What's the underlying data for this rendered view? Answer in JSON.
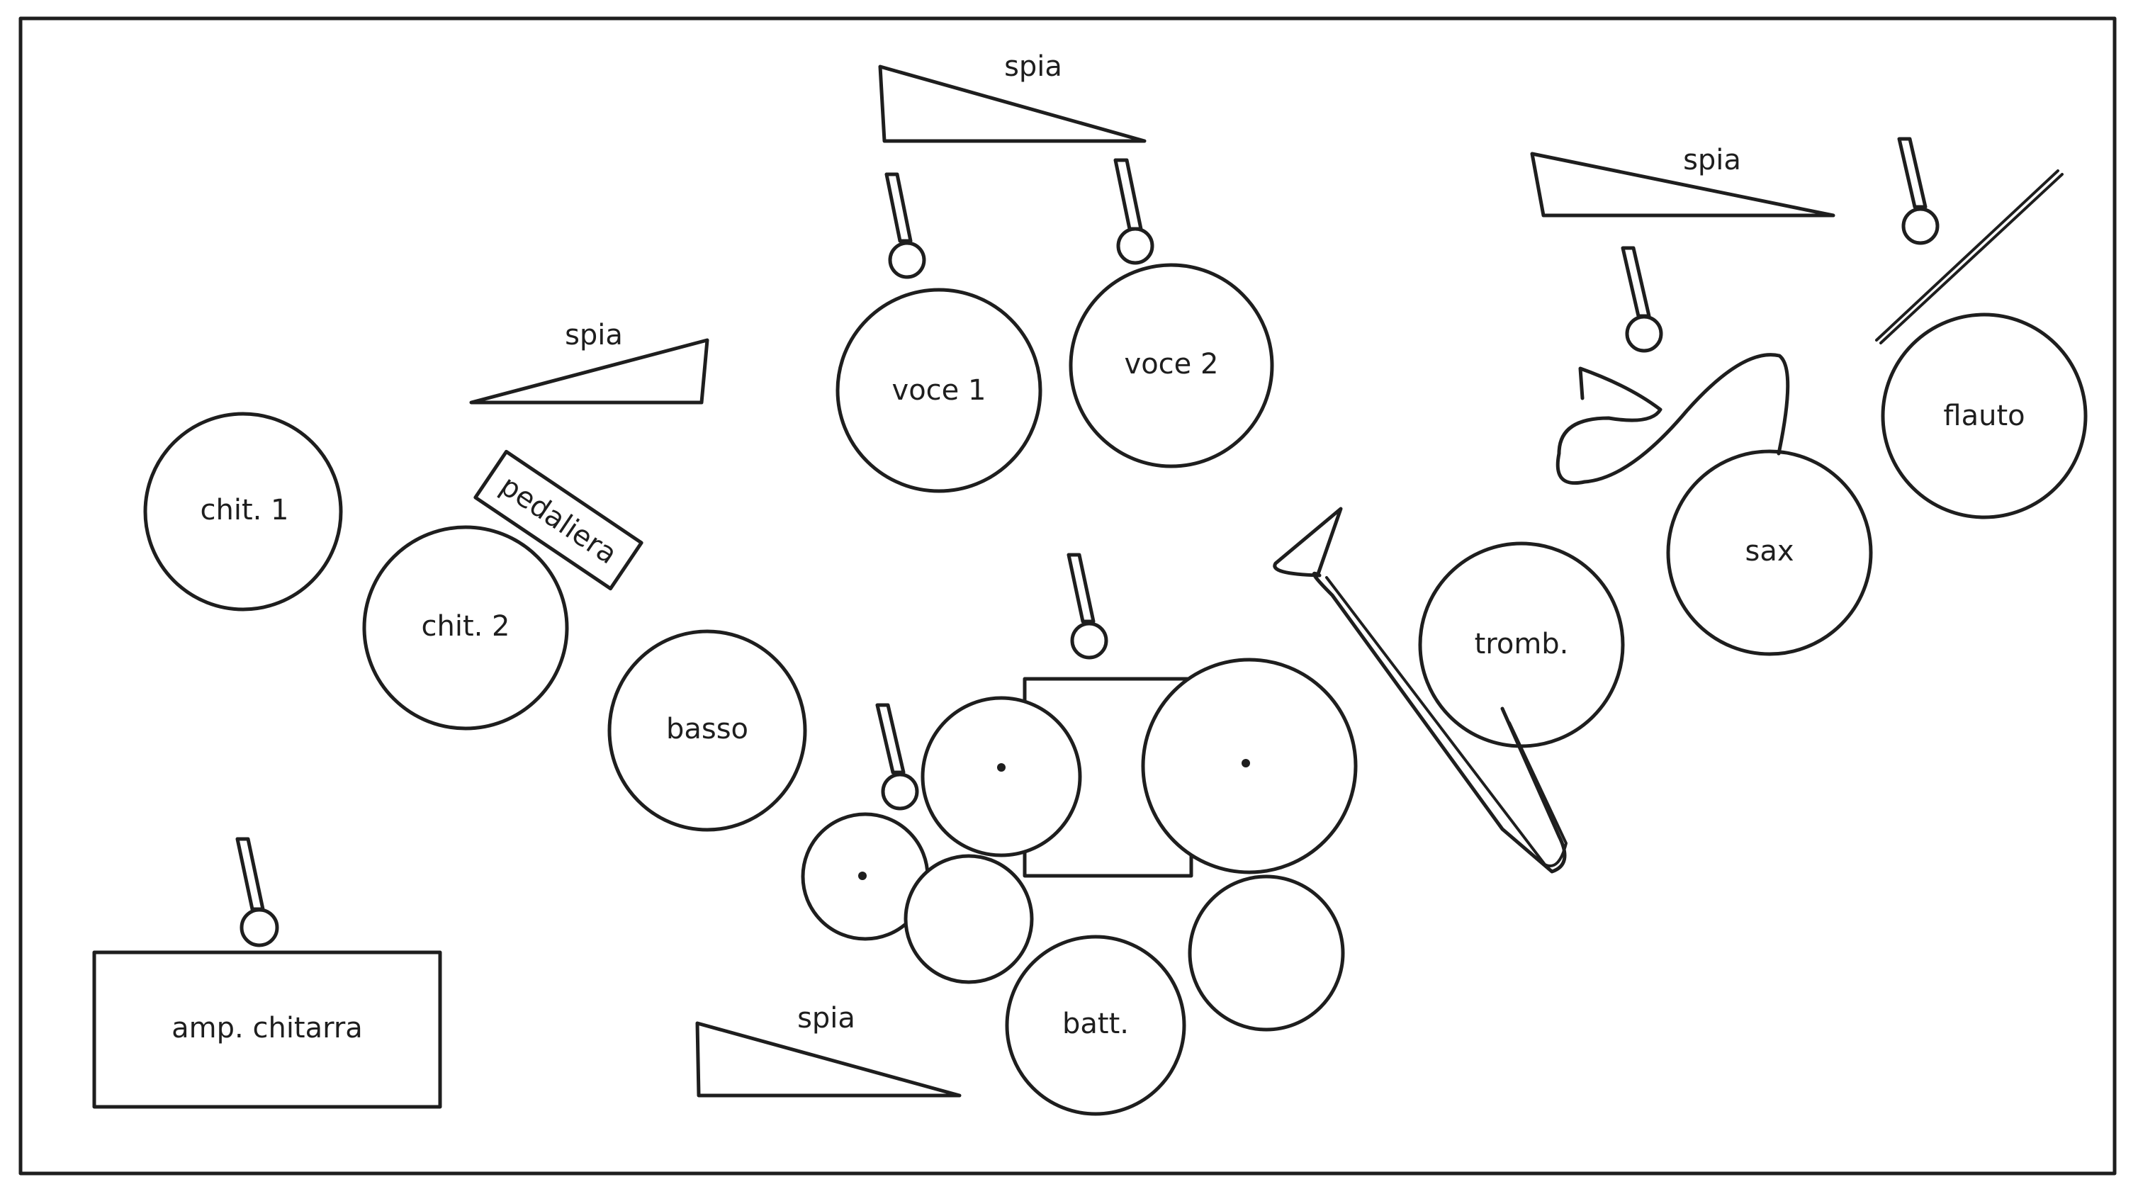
{
  "stage_plot": {
    "labels": {
      "chit1": "chit. 1",
      "chit2": "chit. 2",
      "pedaliera": "pedaliera",
      "basso": "basso",
      "amp_chitarra": "amp. chitarra",
      "voce1": "voce 1",
      "voce2": "voce 2",
      "spia": "spia",
      "batt": "batt.",
      "tromb": "tromb.",
      "sax": "sax",
      "flauto": "flauto"
    },
    "colors": {
      "ink": "#1e1e1e",
      "paper": "#ffffff"
    }
  }
}
